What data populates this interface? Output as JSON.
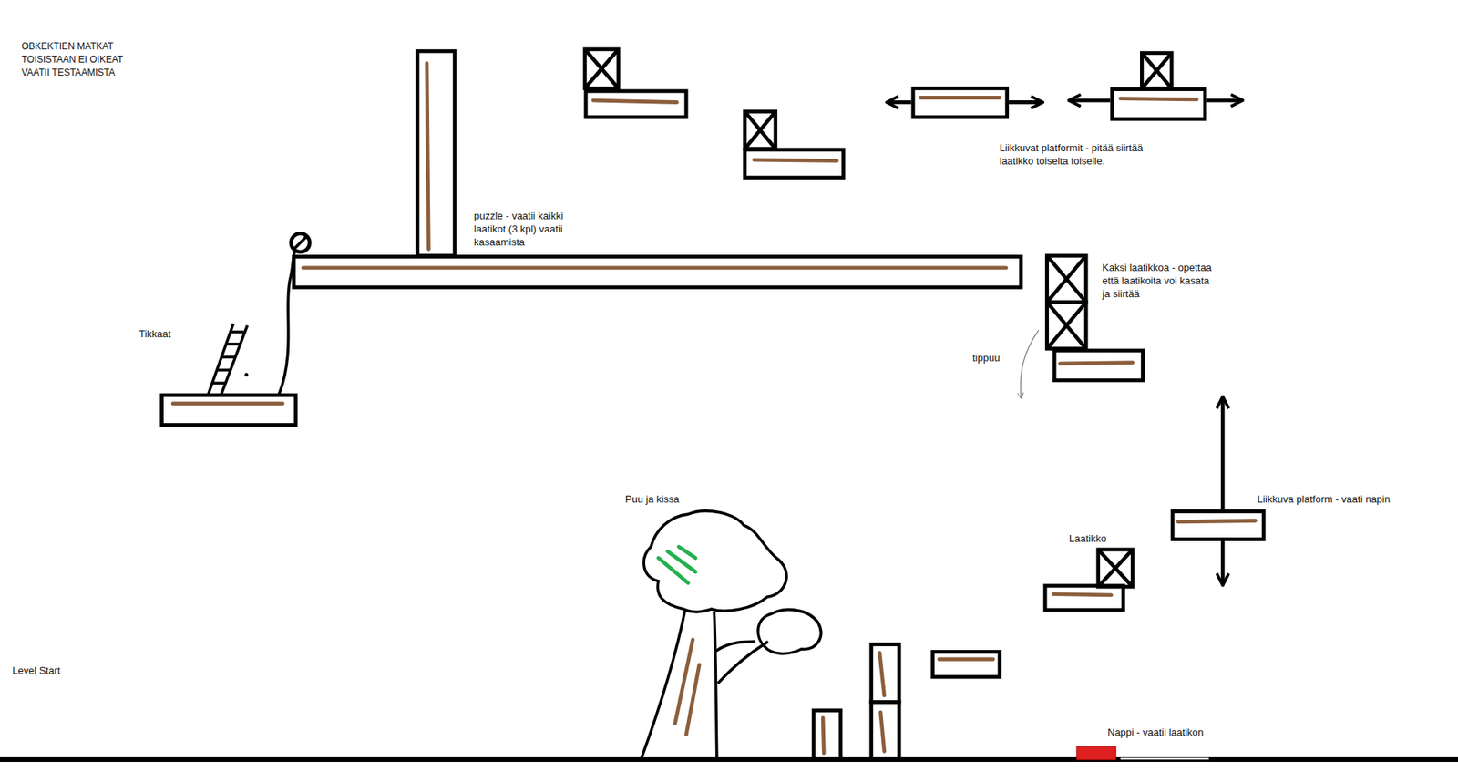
{
  "diagram": {
    "labels": [
      "OBKEKTIEN MATKAT TOISISTAAN EI OIKEAT VAATII TESTAAMISTA",
      "puzzle - vaatii kaikki laatikot (3 kpl) vaatii kasaamista",
      "Liikkuvat platformit - pitää siirtää laatikko toiselta toiselle.",
      "Kaksi laatikkoa - opettaa että laatikoita voi kasata ja siirtää",
      "Tikkaat",
      "tippuu",
      "Puu ja kissa",
      "Liikkuva platform - vaati napin",
      "Laatikko",
      "Level Start",
      "Nappi - vaatii laatikon"
    ]
  }
}
